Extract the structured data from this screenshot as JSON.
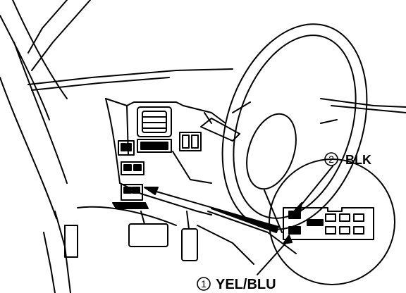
{
  "callouts": [
    {
      "number": "2",
      "label": "BLK"
    },
    {
      "number": "1",
      "label": "YEL/BLU"
    }
  ],
  "colors": {
    "ink": "#000000",
    "paper": "#ffffff"
  }
}
